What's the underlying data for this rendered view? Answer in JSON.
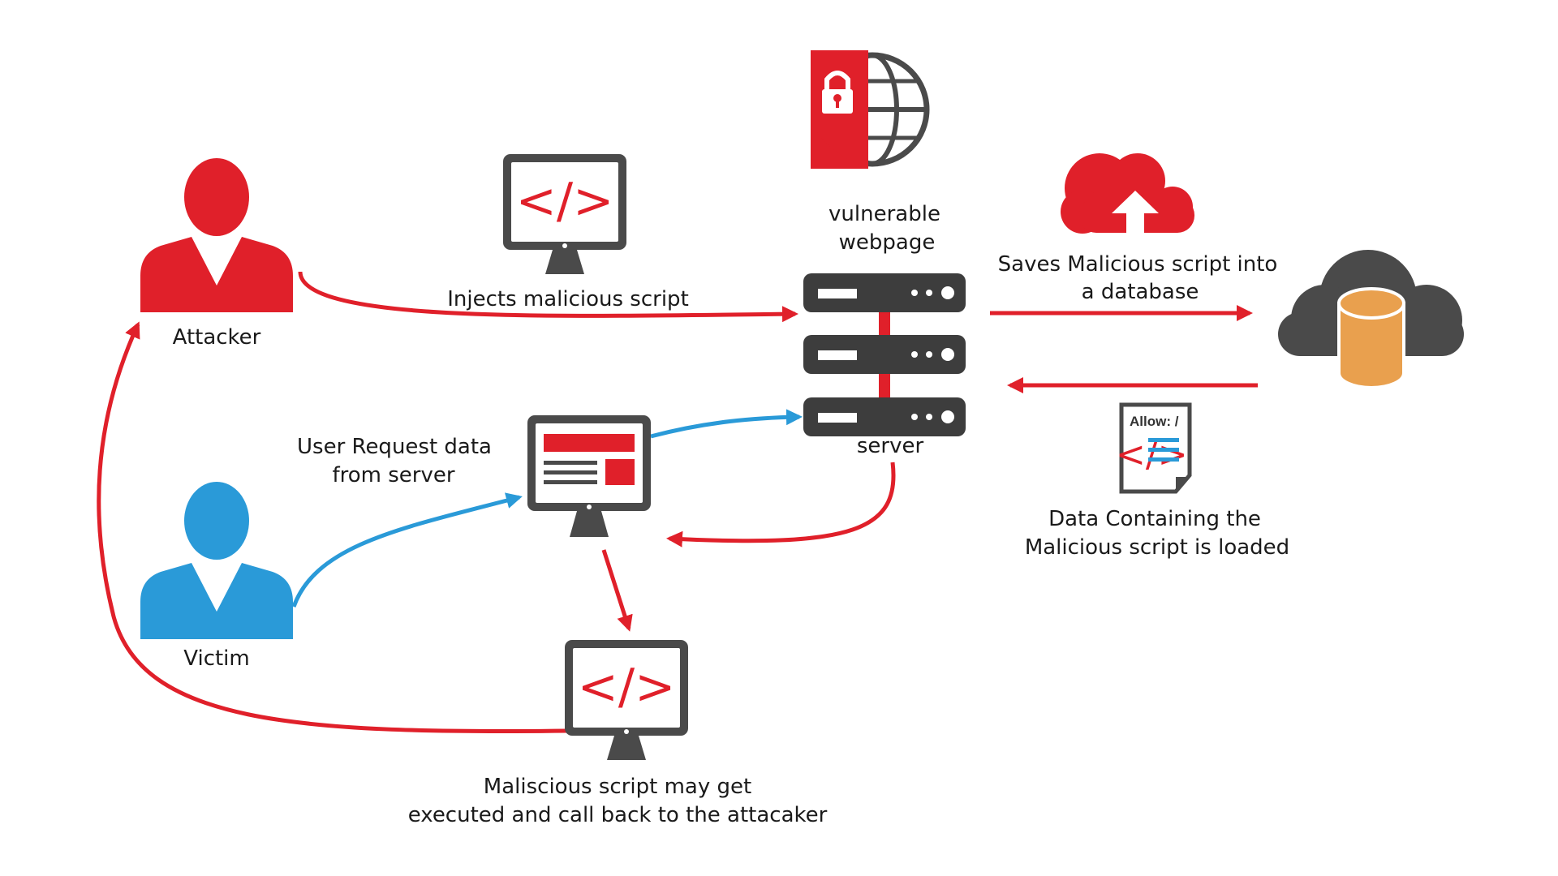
{
  "colors": {
    "red": "#e0202a",
    "blue": "#2a9ad8",
    "dark": "#4a4a4a",
    "orange": "#e9a04e"
  },
  "icons": {
    "attacker": "person-icon",
    "victim": "person-icon",
    "shield": "shield-lock-globe-icon",
    "server": "server-rack-icon",
    "upload_cloud": "cloud-upload-icon",
    "database": "cloud-database-icon",
    "code_monitor": "code-monitor-icon",
    "web_monitor": "webpage-monitor-icon",
    "document": "code-document-icon"
  },
  "labels": {
    "attacker": "Attacker",
    "victim": "Victim",
    "injects": "Injects malicious script",
    "vulnerable_line1": "vulnerable",
    "vulnerable_line2": "webpage",
    "server": "server",
    "saves_line1": "Saves Malicious script into",
    "saves_line2": "a database",
    "loaded_line1": "Data Containing the",
    "loaded_line2": "Malicious script is loaded",
    "request_line1": "User Request data",
    "request_line2": "from server",
    "executed_line1": "Maliscious script may get",
    "executed_line2": "executed and call back to the attacaker",
    "doc_tag": "Allow: /"
  }
}
